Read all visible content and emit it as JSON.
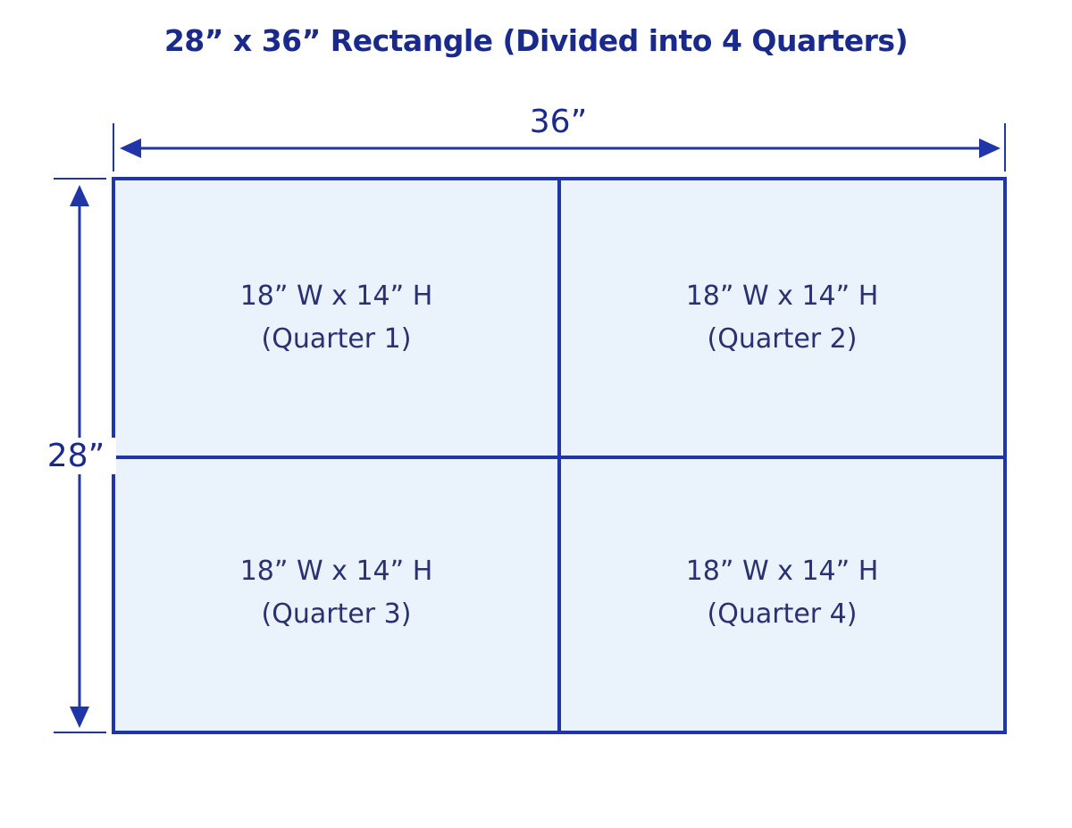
{
  "title": "28” x 36” Rectangle (Divided into 4 Quarters)",
  "dimensions": {
    "width_label": "36”",
    "height_label": "28”"
  },
  "quarters": [
    {
      "size": "18” W x 14” H",
      "label": "(Quarter 1)"
    },
    {
      "size": "18” W x 14” H",
      "label": "(Quarter 2)"
    },
    {
      "size": "18” W x 14” H",
      "label": "(Quarter 3)"
    },
    {
      "size": "18” W x 14” H",
      "label": "(Quarter 4)"
    }
  ],
  "colors": {
    "line": "#1f35a8",
    "fill": "#eaf2fc",
    "title": "#1a2a8c",
    "text": "#2a3170"
  }
}
